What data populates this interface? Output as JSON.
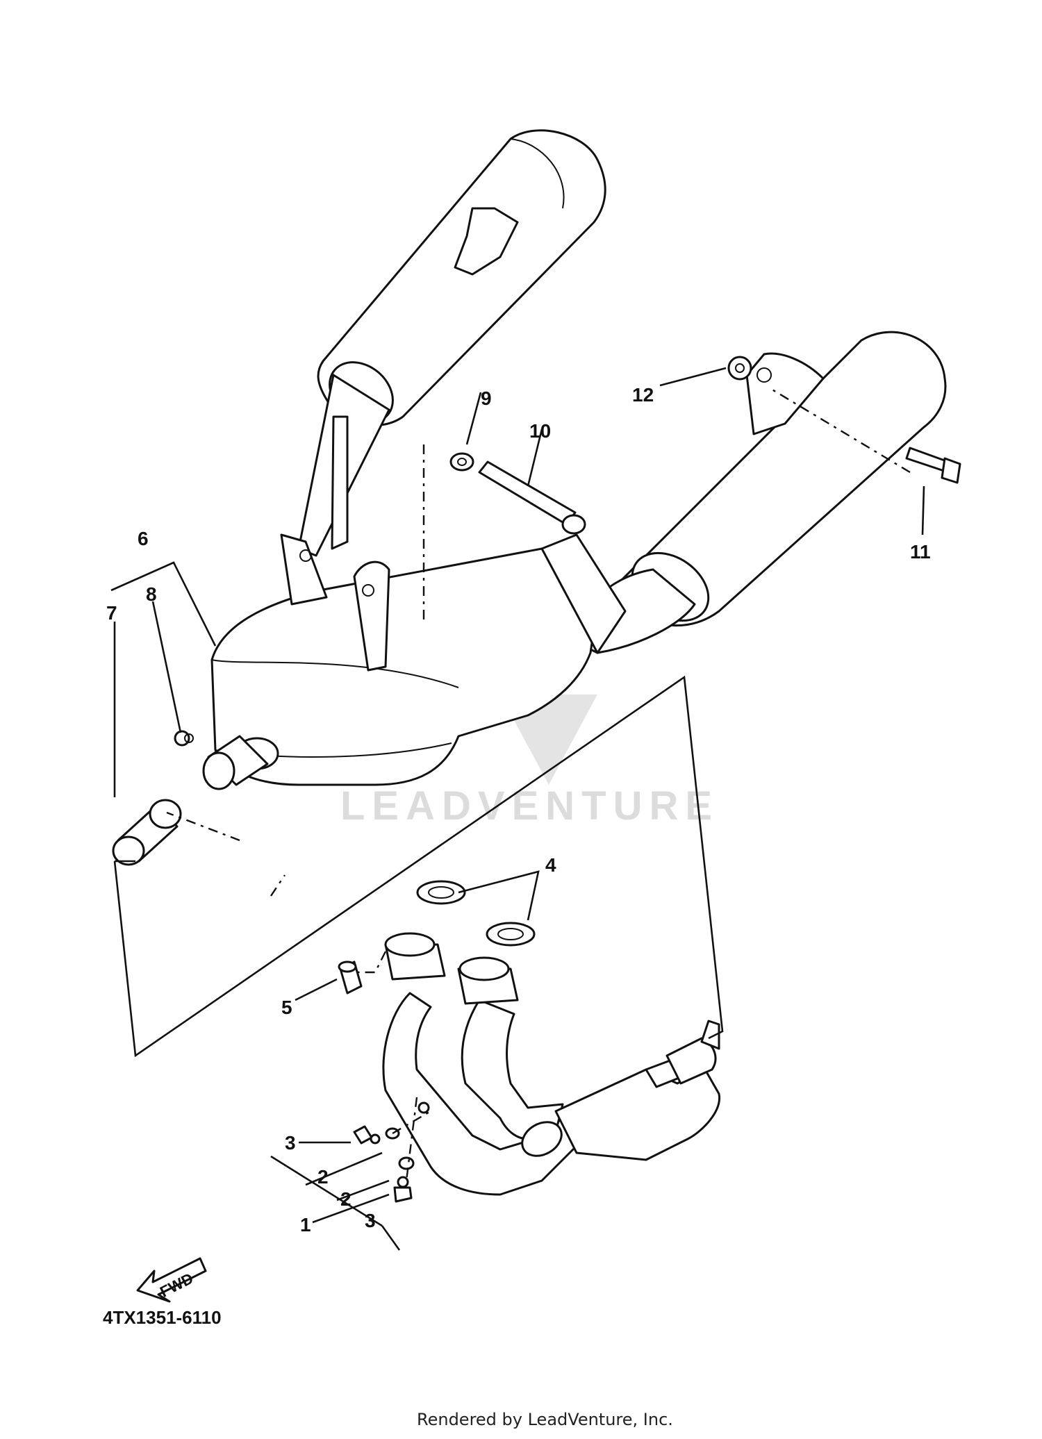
{
  "callouts": {
    "c1": "1",
    "c2a": "2",
    "c2b": "2",
    "c3a": "3",
    "c3b": "3",
    "c4": "4",
    "c5": "5",
    "c6": "6",
    "c7": "7",
    "c8": "8",
    "c9": "9",
    "c10": "10",
    "c11": "11",
    "c12": "12"
  },
  "fwd_label": "FWD",
  "diagram_code": "4TX1351-6110",
  "watermark": "LEADVENTURE",
  "footer": "Rendered by LeadVenture, Inc."
}
